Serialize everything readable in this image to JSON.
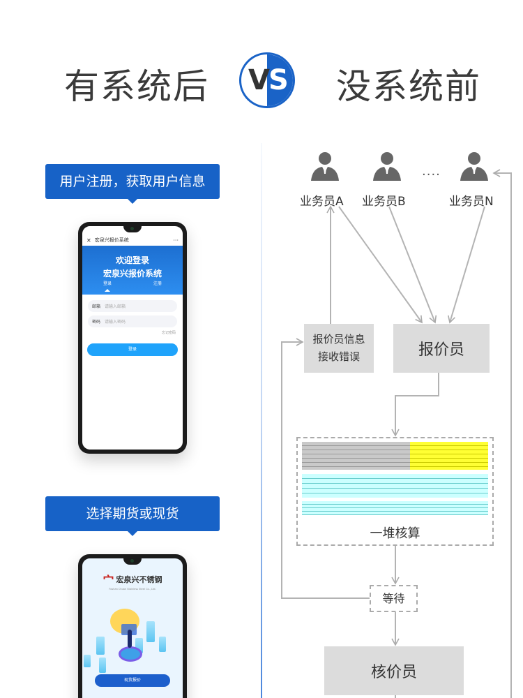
{
  "header": {
    "left_title": "有系统后",
    "vs_v": "V",
    "vs_s": "S",
    "right_title": "没系统前",
    "accent_color": "#1a63c7"
  },
  "left_column": {
    "step1": {
      "tag": "用户注册，获取用户信息",
      "phone": {
        "nav_close": "✕",
        "nav_title": "宏泉兴报价系统",
        "nav_more": "···",
        "banner_line1": "欢迎登录",
        "banner_line2": "宏泉兴报价系统",
        "tab_login": "登录",
        "tab_register": "注册",
        "email_label": "邮箱",
        "email_placeholder": "请输入邮箱",
        "password_label": "密码",
        "password_placeholder": "请输入密码",
        "forgot": "忘记密码",
        "login_button": "登录"
      }
    },
    "step2": {
      "tag": "选择期货或现货",
      "phone": {
        "logo_mark": "宀",
        "logo_name": "宏泉兴不锈钢",
        "logo_sub": "Foshan Chuan Stainless Steel Co., Ltd.",
        "spot_button": "现货报价"
      }
    }
  },
  "right_column": {
    "salespeople": [
      {
        "label": "业务员A"
      },
      {
        "label": "业务员B"
      },
      {
        "label": "业务员N"
      }
    ],
    "ellipsis": "····",
    "error_box": {
      "line1": "报价员信息",
      "line2": "接收错误"
    },
    "quoter_box": "报价员",
    "calc_label": "一堆核算",
    "wait_label": "等待",
    "checker_box": "核价员"
  }
}
